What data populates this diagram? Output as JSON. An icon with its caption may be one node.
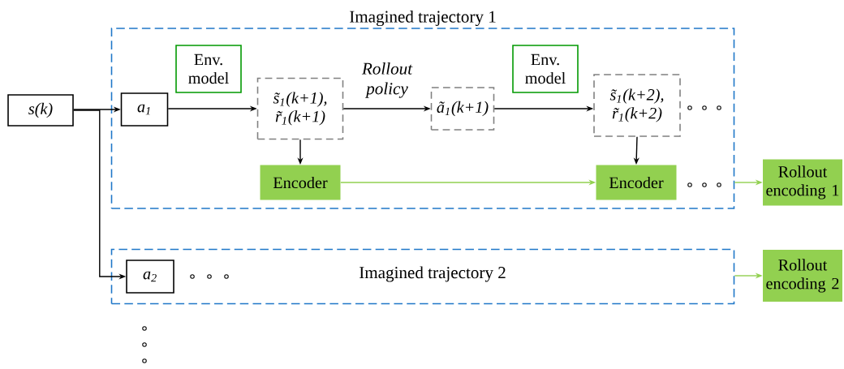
{
  "diagram": {
    "nodes": [
      {
        "text": [
          "Imagined trajectory 1"
        ]
      },
      {
        "text": [
          "s(k)"
        ]
      },
      {
        "text": [
          "a$_{1}$"
        ],
        "in": 0
      },
      {
        "text": [
          "Env. model"
        ],
        "in": 0
      },
      {
        "text": [
          "s̃$_{1}$(k+1), r̃$_{1}$(k+1)"
        ],
        "in": 0
      },
      {
        "text": [
          "ã$_{1}$(k+1)"
        ],
        "in": 0
      },
      {
        "text": [
          "Env. model"
        ],
        "in": 0
      },
      {
        "text": [
          "s̃$_{1}$(k+2), r̃$_{1}$(k+2)"
        ],
        "in": 0
      },
      {
        "text": [
          "Encoder"
        ],
        "in": 0
      },
      {
        "text": [
          "Encoder"
        ],
        "in": 0
      },
      {
        "text": [
          "Rollout encoding 1"
        ]
      },
      {
        "text": [
          "Imagined trajectory 2"
        ]
      },
      {
        "text": [
          "a$_{2}$"
        ],
        "in": 11
      },
      {
        "text": [
          "Rollout encoding 2"
        ]
      }
    ],
    "edges": [
      {
        "from": 1,
        "to": 2,
        "arrow": "to"
      },
      {
        "from": 1,
        "to": 12,
        "arrow": "to"
      },
      {
        "from": 2,
        "to": 4,
        "arrow": "to"
      },
      {
        "from": 4,
        "to": 5,
        "arrow": "to",
        "label": "Rollout policy"
      },
      {
        "from": 5,
        "to": 7,
        "arrow": "to"
      },
      {
        "from": 4,
        "to": 8,
        "arrow": "to"
      },
      {
        "from": 7,
        "to": 9,
        "arrow": "to"
      },
      {
        "from": 8,
        "to": 9,
        "arrow": "to",
        "color": "#92d050"
      },
      {
        "from": 0,
        "to": 10,
        "arrow": "to",
        "color": "#92d050"
      },
      {
        "from": 11,
        "to": 13,
        "arrow": "to",
        "color": "#92d050"
      }
    ]
  }
}
